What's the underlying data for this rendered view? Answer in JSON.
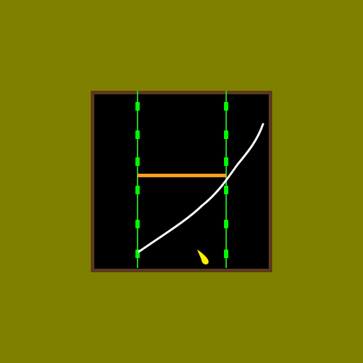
{
  "colors": {
    "background": "#808000",
    "frame": "#5c3a1e",
    "arena": "#000000",
    "rail_line": "#22cc22",
    "rail_marker": "#00ff00",
    "bar": "#ff9f1a",
    "curve": "#ffffff",
    "ball": "#ffee00"
  },
  "icons": {
    "left_rail": "vertical-rail-line",
    "right_rail": "vertical-rail-line",
    "bar": "horizontal-bar",
    "trail": "curve-trail",
    "ball": "teardrop-ball"
  }
}
